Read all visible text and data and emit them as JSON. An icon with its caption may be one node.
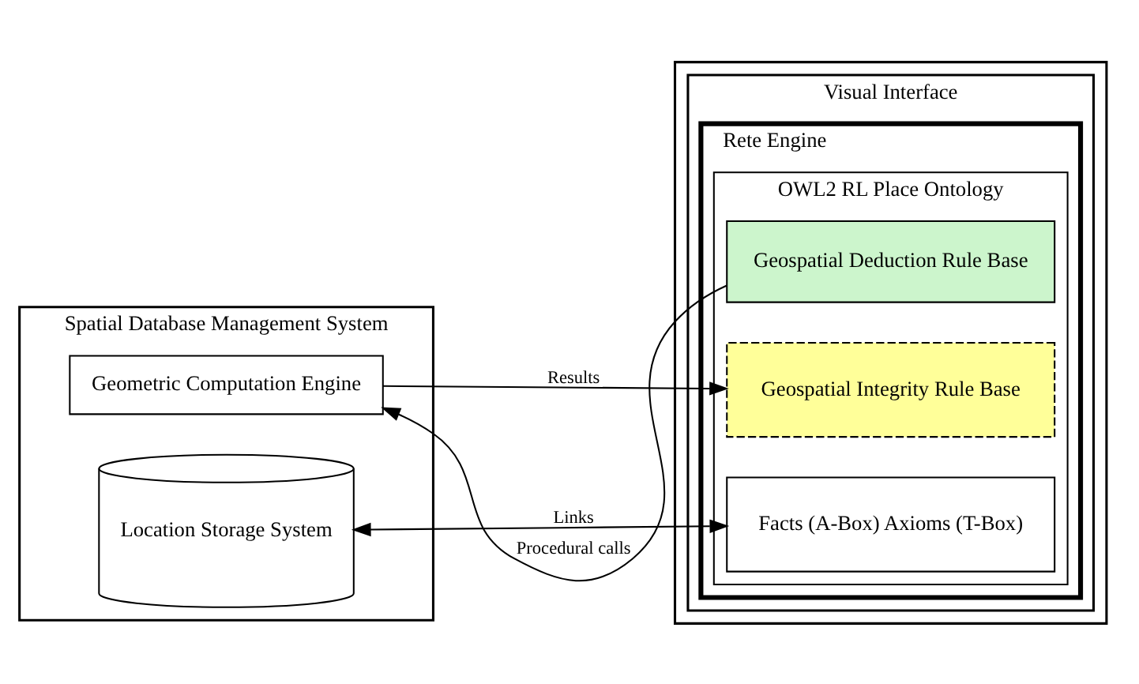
{
  "diagram": {
    "nodes": [
      {
        "text": [
          "Spatial Database Management System"
        ]
      },
      {
        "text": [
          "Geometric Computation Engine"
        ],
        "in": 0
      },
      {
        "text": [
          "Location Storage System"
        ],
        "in": 0
      },
      {
        "text": [],
        "shape": "box"
      },
      {
        "text": [
          "Visual Interface"
        ],
        "in": 3
      },
      {
        "text": [
          "Rete Engine"
        ],
        "in": 4
      },
      {
        "text": [
          "OWL2 RL Place Ontology"
        ],
        "in": 5
      },
      {
        "text": [
          "Geospatial Deduction Rule Base"
        ],
        "in": 6
      },
      {
        "text": [
          "Geospatial Integrity Rule Base"
        ],
        "in": 6
      },
      {
        "text": [
          "Facts (A-Box) Axioms (T-Box)"
        ],
        "in": 6
      }
    ],
    "edges": [
      {
        "from": 7,
        "to": 1,
        "arrow": "to",
        "label": "Procedural calls"
      },
      {
        "from": 1,
        "to": 8,
        "arrow": "to",
        "label": "Results"
      },
      {
        "from": 2,
        "to": 9,
        "arrow": "both",
        "label": "Links"
      }
    ]
  }
}
